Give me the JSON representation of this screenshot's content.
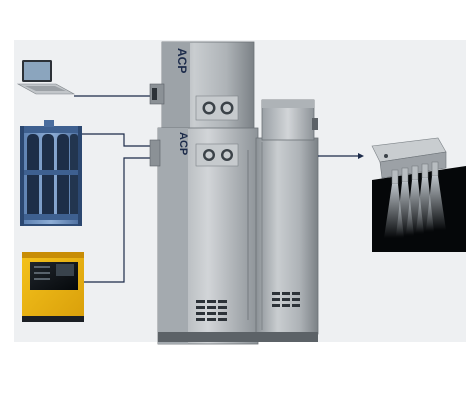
{
  "brand": {
    "logo_text": "ACP",
    "panel_color": "#b7bcc0",
    "panel_dark": "#7c8287",
    "arrow_color": "#1c2b4a"
  },
  "components": [
    {
      "name": "laptop-icon"
    },
    {
      "name": "gas-cylinder-bundle"
    },
    {
      "name": "power-generator"
    },
    {
      "name": "control-cabinet"
    },
    {
      "name": "spray-nozzle-block"
    }
  ]
}
